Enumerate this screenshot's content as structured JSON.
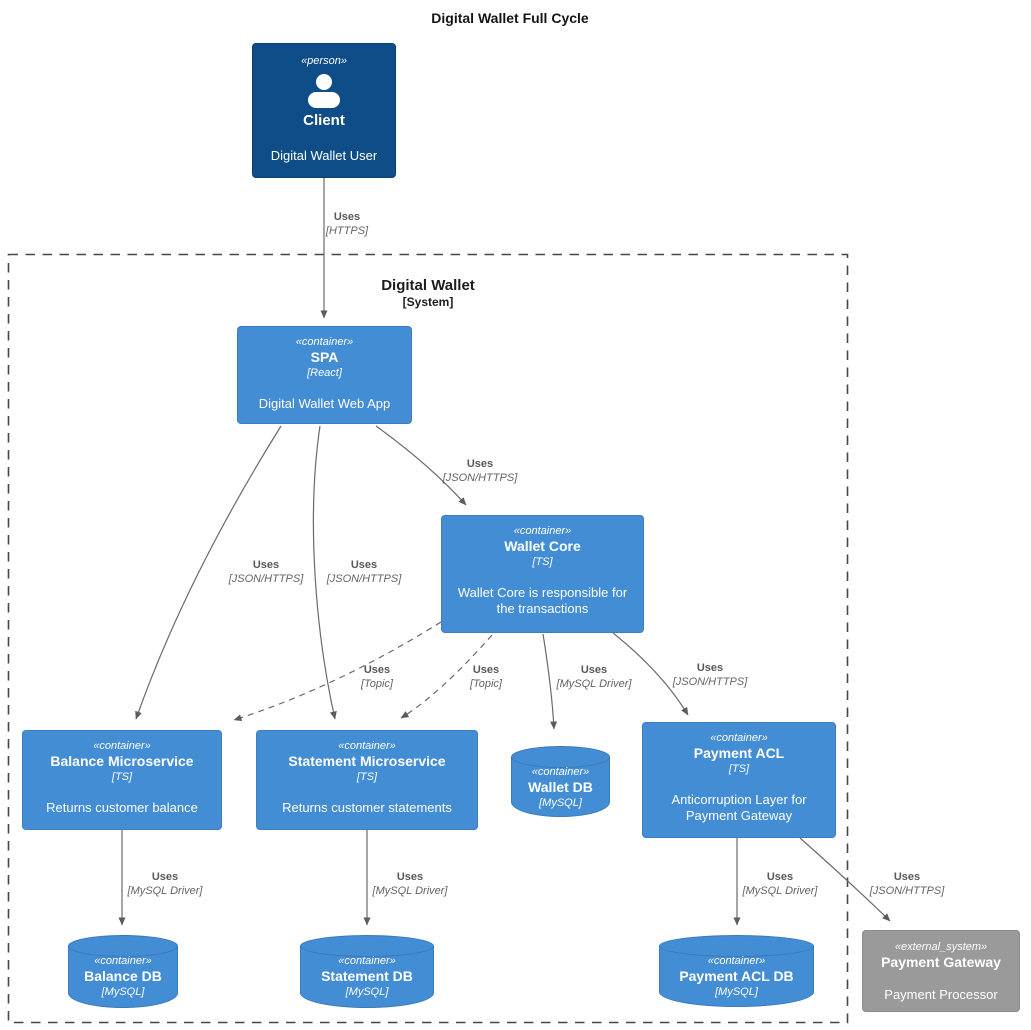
{
  "title": "Digital Wallet Full Cycle",
  "boundary": {
    "name": "Digital Wallet",
    "type": "[System]"
  },
  "colors": {
    "person": "#0e4d87",
    "container": "#438dd5",
    "external_system": "#9a9a9a",
    "line": "#6a6a6a",
    "boundary_stroke": "#474747"
  },
  "nodes": {
    "client": {
      "stereotype": "«person»",
      "name": "Client",
      "description": "Digital Wallet User"
    },
    "spa": {
      "stereotype": "«container»",
      "name": "SPA",
      "technology": "[React]",
      "description": "Digital Wallet Web App"
    },
    "wallet_core": {
      "stereotype": "«container»",
      "name": "Wallet Core",
      "technology": "[TS]",
      "description": "Wallet Core is responsible for the transactions"
    },
    "balance_ms": {
      "stereotype": "«container»",
      "name": "Balance Microservice",
      "technology": "[TS]",
      "description": "Returns customer balance"
    },
    "statement_ms": {
      "stereotype": "«container»",
      "name": "Statement Microservice",
      "technology": "[TS]",
      "description": "Returns customer statements"
    },
    "wallet_db": {
      "stereotype": "«container»",
      "name": "Wallet DB",
      "technology": "[MySQL]"
    },
    "payment_acl": {
      "stereotype": "«container»",
      "name": "Payment ACL",
      "technology": "[TS]",
      "description": "Anticorruption Layer for Payment Gateway"
    },
    "balance_db": {
      "stereotype": "«container»",
      "name": "Balance DB",
      "technology": "[MySQL]"
    },
    "statement_db": {
      "stereotype": "«container»",
      "name": "Statement DB",
      "technology": "[MySQL]"
    },
    "payment_acl_db": {
      "stereotype": "«container»",
      "name": "Payment ACL DB",
      "technology": "[MySQL]"
    },
    "payment_gateway": {
      "stereotype": "«external_system»",
      "name": "Payment Gateway",
      "description": "Payment Processor"
    }
  },
  "edges": {
    "client_spa": {
      "label": "Uses",
      "technology": "[HTTPS]"
    },
    "spa_core": {
      "label": "Uses",
      "technology": "[JSON/HTTPS]"
    },
    "spa_balance": {
      "label": "Uses",
      "technology": "[JSON/HTTPS]"
    },
    "spa_statement": {
      "label": "Uses",
      "technology": "[JSON/HTTPS]"
    },
    "core_balance": {
      "label": "Uses",
      "technology": "[Topic]"
    },
    "core_statement": {
      "label": "Uses",
      "technology": "[Topic]"
    },
    "core_walletdb": {
      "label": "Uses",
      "technology": "[MySQL Driver]"
    },
    "core_acl": {
      "label": "Uses",
      "technology": "[JSON/HTTPS]"
    },
    "balance_db": {
      "label": "Uses",
      "technology": "[MySQL Driver]"
    },
    "statement_db": {
      "label": "Uses",
      "technology": "[MySQL Driver]"
    },
    "acl_db": {
      "label": "Uses",
      "technology": "[MySQL Driver]"
    },
    "acl_gateway": {
      "label": "Uses",
      "technology": "[JSON/HTTPS]"
    }
  }
}
